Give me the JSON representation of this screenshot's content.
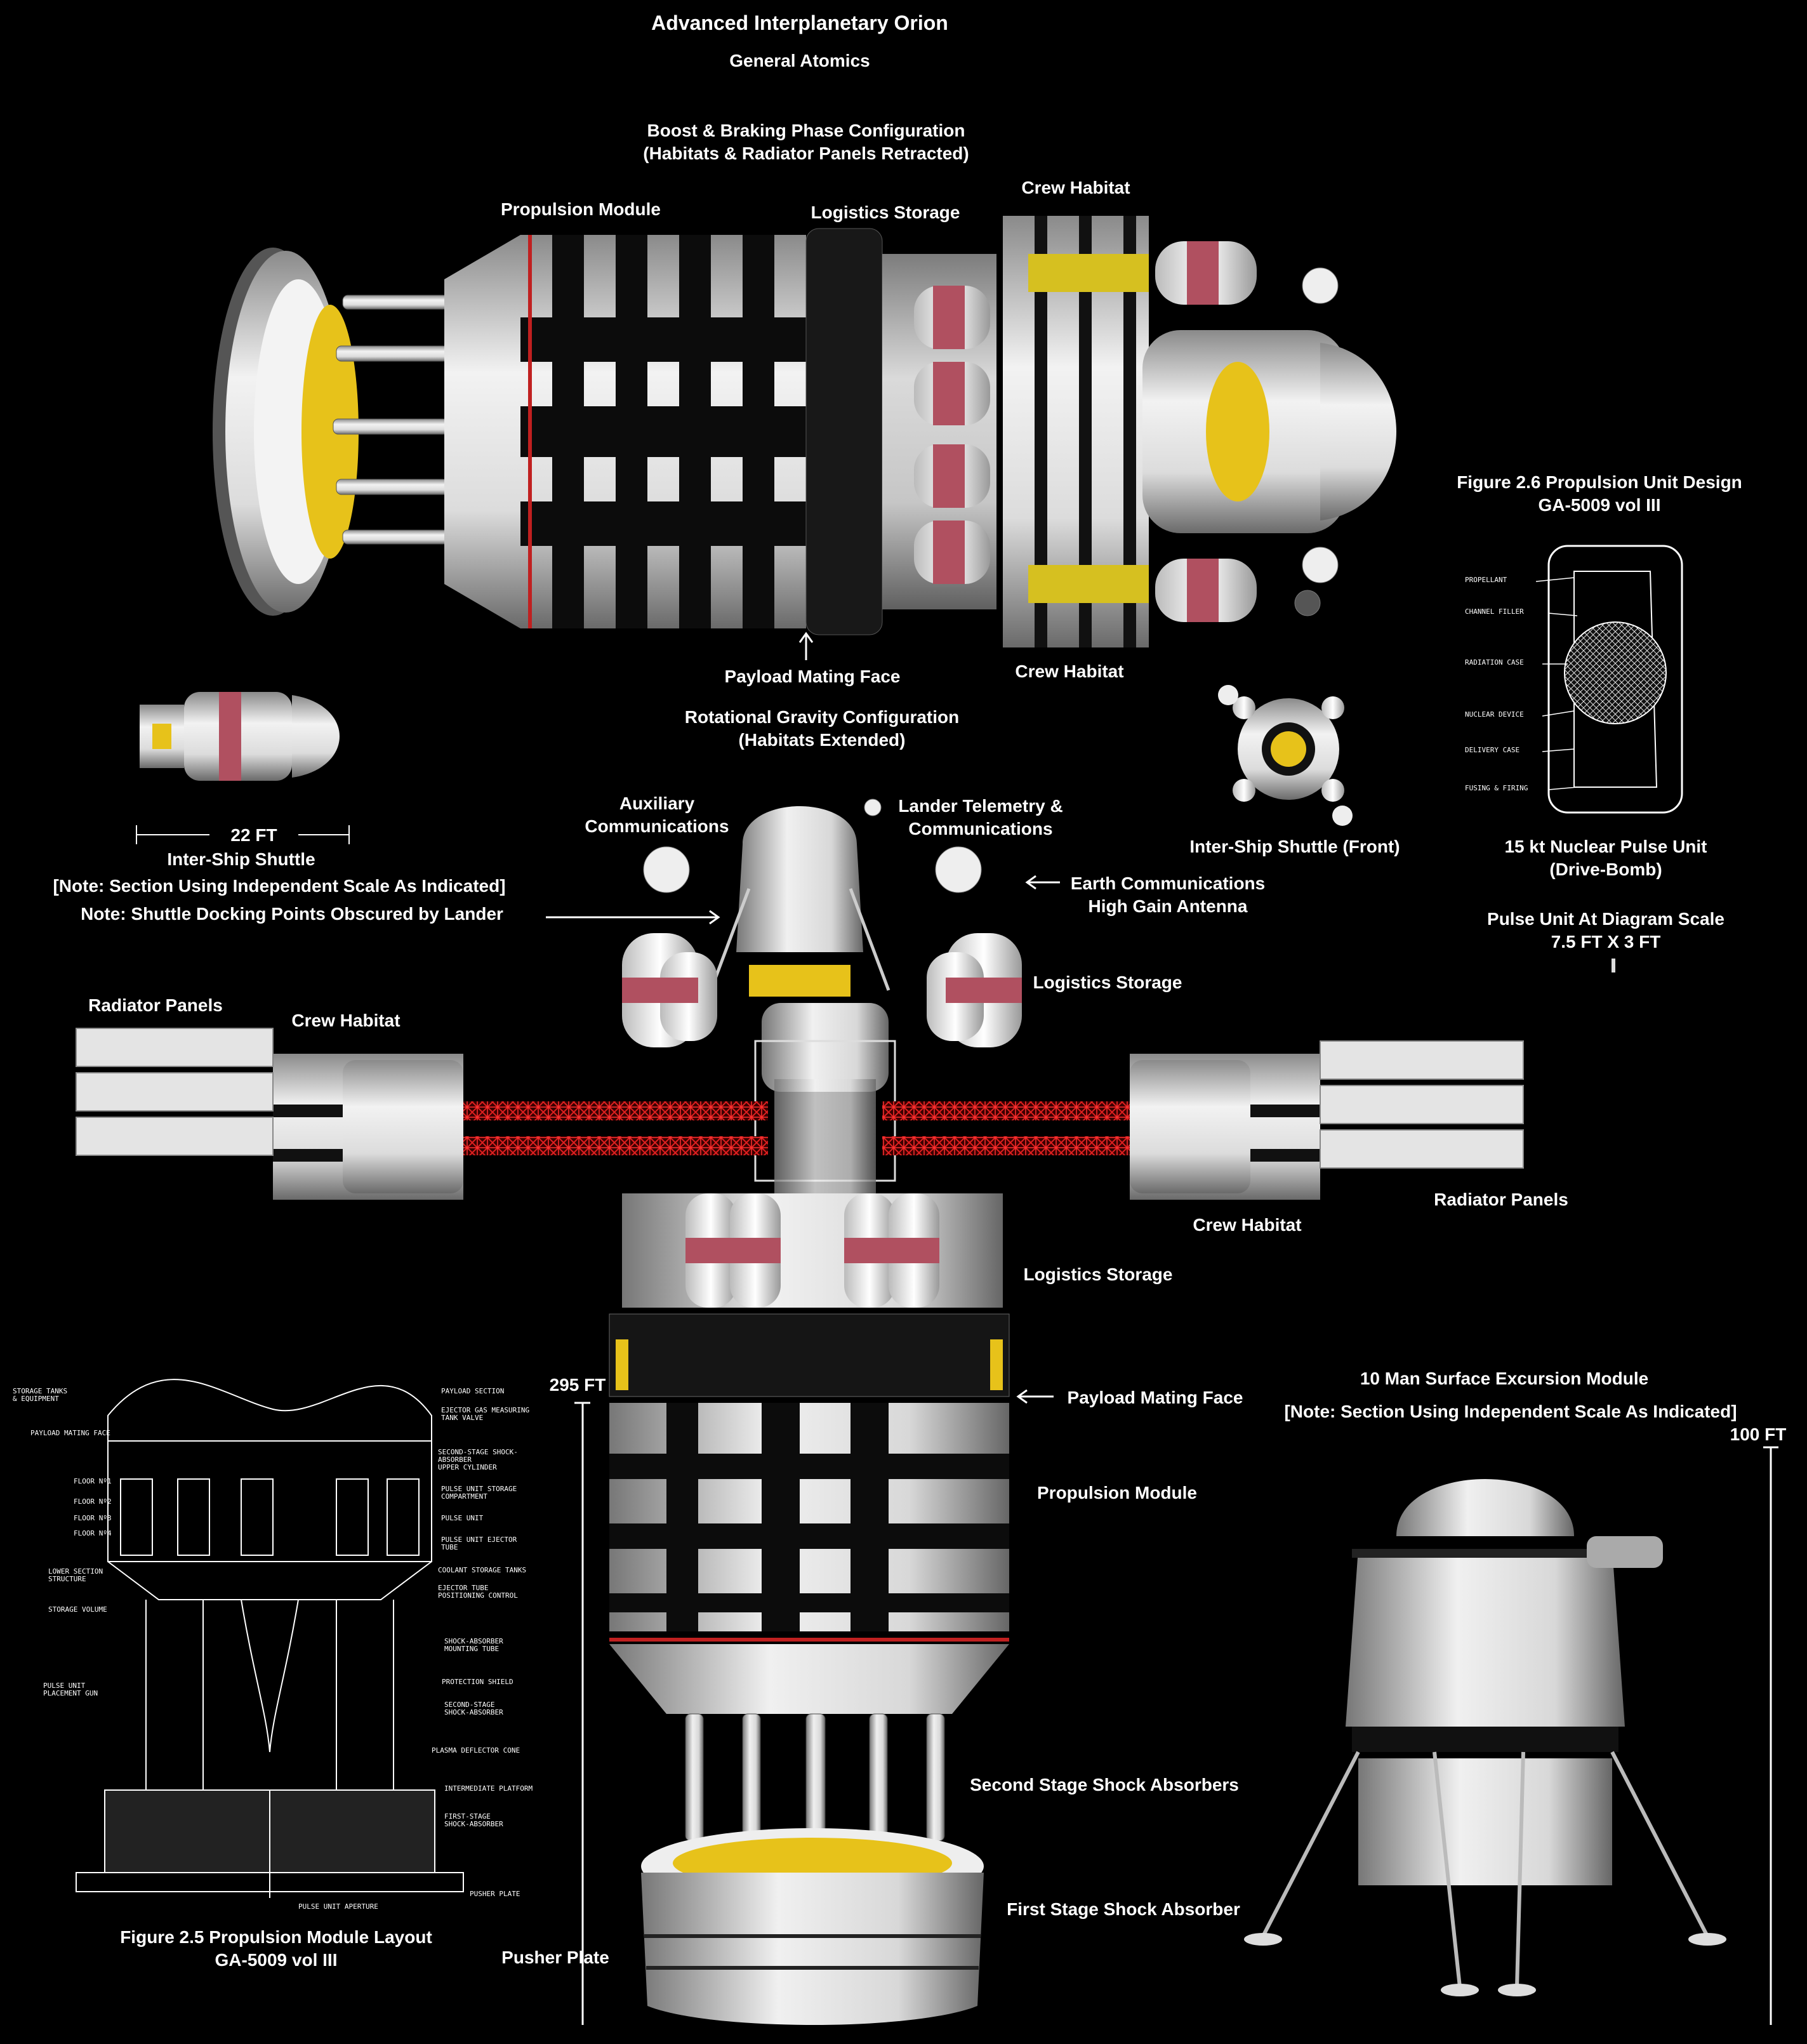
{
  "header": {
    "title": "Advanced Interplanetary Orion",
    "subtitle": "General Atomics"
  },
  "boost_config": {
    "caption_line1": "Boost & Braking Phase Configuration",
    "caption_line2": "(Habitats & Radiator Panels Retracted)",
    "propulsion_module": "Propulsion Module",
    "logistics_storage": "Logistics Storage",
    "crew_habitat_top": "Crew Habitat",
    "crew_habitat_bottom": "Crew Habitat",
    "payload_mating_face": "Payload Mating Face"
  },
  "gravity_config": {
    "caption_line1": "Rotational Gravity Configuration",
    "caption_line2": "(Habitats Extended)",
    "aux_comms_line1": "Auxiliary",
    "aux_comms_line2": "Communications",
    "lander_telemetry_line1": "Lander Telemetry &",
    "lander_telemetry_line2": "Communications",
    "earth_comms_line1": "Earth Communications",
    "earth_comms_line2": "High Gain Antenna",
    "shuttle_docking_note": "Note: Shuttle Docking Points Obscured by Lander",
    "logistics_storage_upper": "Logistics Storage",
    "radiator_panels_left": "Radiator Panels",
    "crew_habitat_left": "Crew Habitat",
    "radiator_panels_right": "Radiator Panels",
    "crew_habitat_right": "Crew Habitat",
    "logistics_storage_lower": "Logistics Storage",
    "length_label": "295 FT",
    "payload_mating_face": "Payload Mating Face",
    "propulsion_module": "Propulsion Module",
    "second_stage": "Second Stage Shock Absorbers",
    "first_stage": "First Stage Shock Absorber",
    "pusher_plate": "Pusher Plate"
  },
  "shuttle": {
    "scale_label": "22 FT",
    "name": "Inter-Ship Shuttle",
    "scale_note": "[Note: Section Using Independent Scale As Indicated]",
    "front_label": "Inter-Ship Shuttle (Front)"
  },
  "pulse_unit_figure": {
    "caption_line1": "Figure 2.6 Propulsion Unit Design",
    "caption_line2": "GA-5009 vol III",
    "labels": [
      "PROPELLANT",
      "CHANNEL FILLER",
      "RADIATION CASE",
      "NUCLEAR DEVICE",
      "DELIVERY CASE",
      "FUSING & FIRING"
    ],
    "unit_name_line1": "15 kt Nuclear Pulse Unit",
    "unit_name_line2": "(Drive-Bomb)",
    "scale_line1": "Pulse Unit At Diagram Scale",
    "scale_line2": "7.5 FT X 3 FT"
  },
  "propulsion_layout_figure": {
    "caption_line1": "Figure 2.5 Propulsion Module Layout",
    "caption_line2": "GA-5009 vol III",
    "left_labels": [
      "STORAGE TANKS\n& EQUIPMENT",
      "PAYLOAD MATING FACE",
      "FLOOR Nº1",
      "FLOOR Nº2",
      "FLOOR Nº3",
      "FLOOR Nº4",
      "LOWER SECTION\nSTRUCTURE",
      "STORAGE VOLUME",
      "PULSE UNIT\nPLACEMENT GUN"
    ],
    "right_labels": [
      "PAYLOAD SECTION",
      "EJECTOR GAS MEASURING\nTANK VALVE",
      "SECOND-STAGE SHOCK-\nABSORBER\nUPPER CYLINDER",
      "PULSE UNIT STORAGE\nCOMPARTMENT",
      "PULSE UNIT",
      "PULSE UNIT EJECTOR\nTUBE",
      "COOLANT STORAGE TANKS",
      "EJECTOR TUBE\nPOSITIONING CONTROL",
      "SHOCK-ABSORBER\nMOUNTING TUBE",
      "PROTECTION SHIELD",
      "SECOND-STAGE\nSHOCK-ABSORBER",
      "PLASMA DEFLECTOR CONE",
      "INTERMEDIATE PLATFORM",
      "FIRST-STAGE\nSHOCK-ABSORBER",
      "PUSHER PLATE",
      "PULSE UNIT APERTURE"
    ]
  },
  "lander": {
    "name": "10 Man Surface Excursion Module",
    "scale_note": "[Note: Section Using Independent Scale As Indicated]",
    "scale_label": "100 FT"
  }
}
